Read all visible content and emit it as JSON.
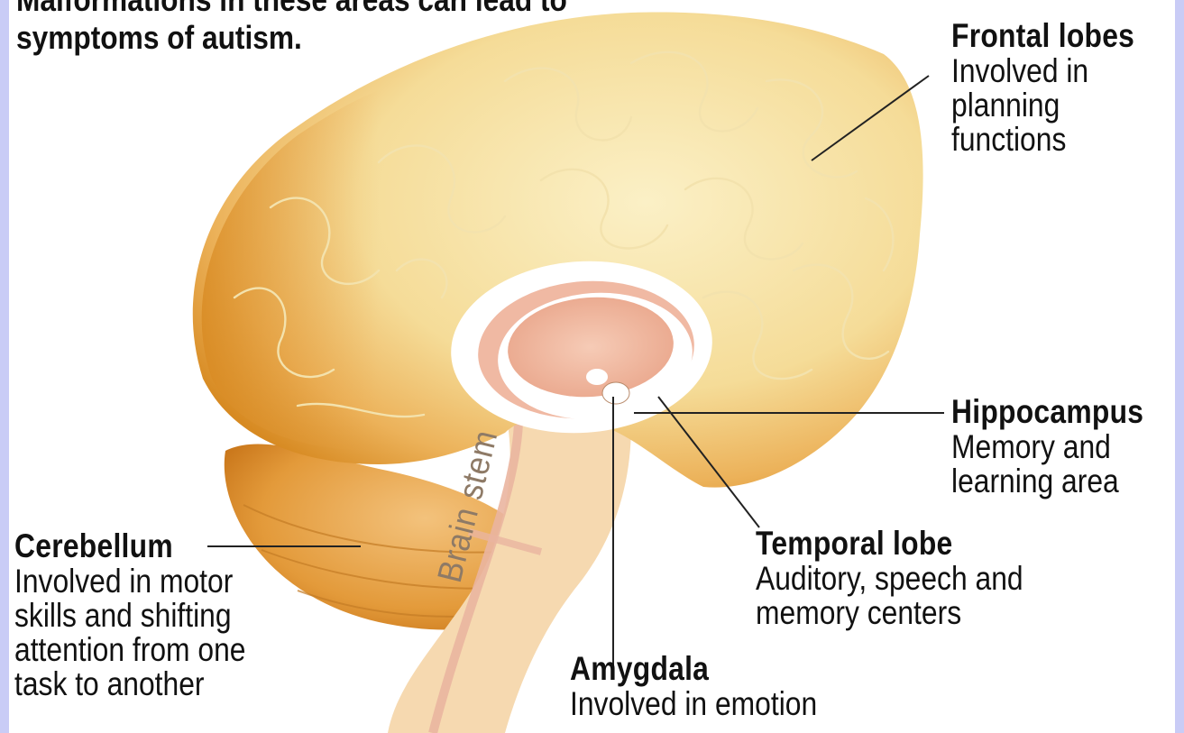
{
  "intro": {
    "line1": "Malformations in these areas can lead to",
    "line2": "symptoms of autism."
  },
  "labels": {
    "frontal": {
      "title": "Frontal lobes",
      "lines": [
        "Involved in",
        "planning",
        "functions"
      ]
    },
    "hippocampus": {
      "title": "Hippocampus",
      "lines": [
        "Memory and",
        "learning area"
      ]
    },
    "temporal": {
      "title": "Temporal lobe",
      "lines": [
        "Auditory, speech and",
        "memory centers"
      ]
    },
    "amygdala": {
      "title": "Amygdala",
      "lines": [
        "Involved in emotion"
      ]
    },
    "cerebellum": {
      "title": "Cerebellum",
      "lines": [
        "Involved in motor",
        "skills and shifting",
        "attention from one",
        "task to another"
      ]
    },
    "brain_stem": "Brain stem"
  },
  "colors": {
    "frame": "#c9ccf6",
    "cortex_light": "#f7e9b6",
    "cortex_dark": "#d98a1f",
    "stem": "#f6d9b0",
    "limbic": "#f2b8a0"
  }
}
